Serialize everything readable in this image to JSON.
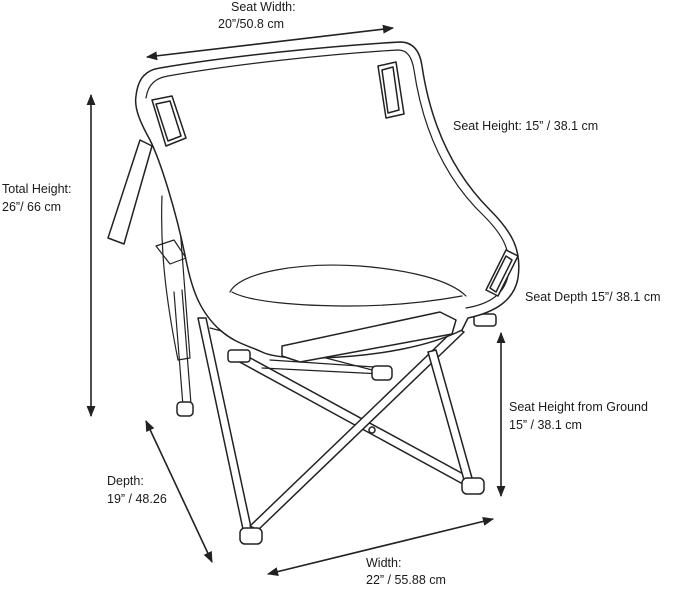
{
  "labels": {
    "seat_width_title": "Seat Width:",
    "seat_width_value": "20”/50.8 cm",
    "seat_height": "Seat Height: 15” / 38.1 cm",
    "total_height_title": "Total Height:",
    "total_height_value": "26”/ 66 cm",
    "seat_depth": "Seat Depth 15”/ 38.1 cm",
    "seat_height_ground_title": "Seat Height from Ground",
    "seat_height_ground_value": "15” /  38.1 cm",
    "depth_title": "Depth:",
    "depth_value": "19” /  48.26",
    "width_title": "Width:",
    "width_value": "22” / 55.88 cm"
  },
  "colors": {
    "ink": "#222222",
    "background": "#ffffff"
  }
}
